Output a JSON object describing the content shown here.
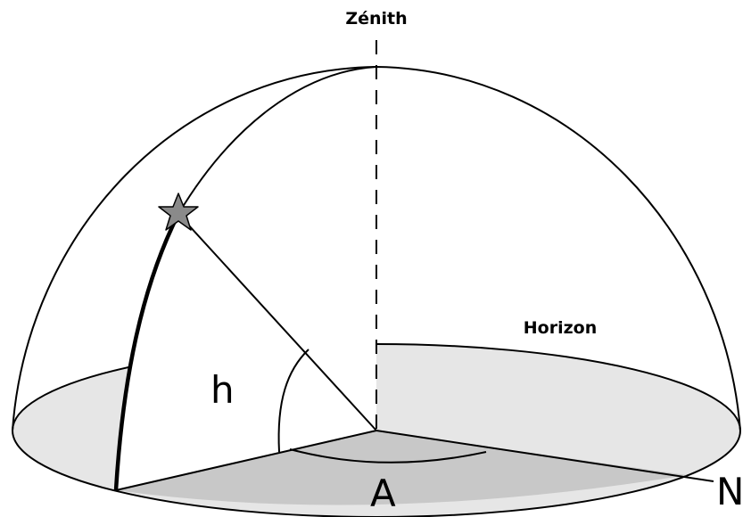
{
  "labels": {
    "zenith": "Zénith",
    "horizon": "Horizon",
    "altitude": "h",
    "azimuth": "A",
    "north": "N"
  },
  "colors": {
    "ink": "#000000",
    "horizon_fill": "#e6e6e6",
    "azimuth_sector_fill": "#c8c8c8",
    "star_fill": "#8a8a8a"
  }
}
